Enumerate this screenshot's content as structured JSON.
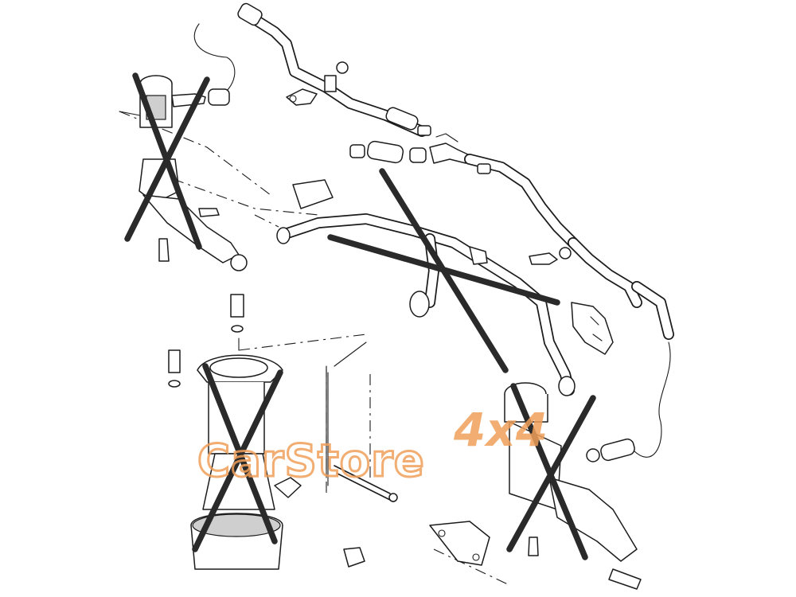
{
  "diagram": {
    "removed_mark_color": "#2a2a2a",
    "removed_groups": [
      "secondary-air-valve-left",
      "secondary-air-y-hose",
      "secondary-air-pump",
      "combination-valve-right"
    ]
  },
  "watermark": {
    "brand": "CarStore",
    "suffix": "4x4",
    "color": "#f0a05a"
  }
}
